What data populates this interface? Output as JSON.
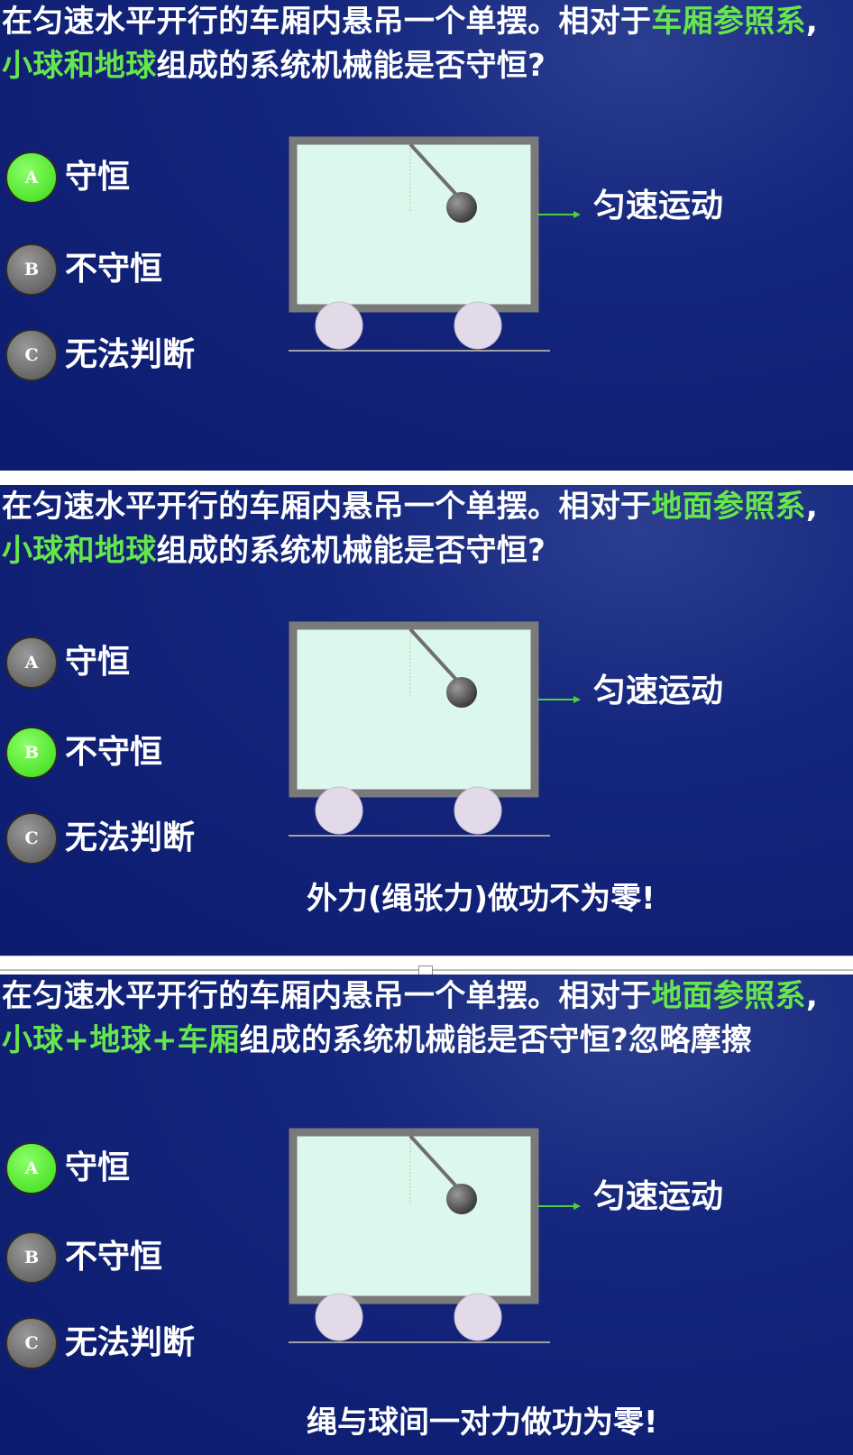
{
  "slides": [
    {
      "question": {
        "pre": "在匀速水平开行的车厢内悬吊一个单摆。相对于",
        "frame": "车厢参照系",
        "comma": ",",
        "system": "小球和地球",
        "post": "组成的系统机械能是否守恒?"
      },
      "options": [
        {
          "letter": "A",
          "label": "守恒",
          "selected": true
        },
        {
          "letter": "B",
          "label": "不守恒",
          "selected": false
        },
        {
          "letter": "C",
          "label": "无法判断",
          "selected": false
        }
      ],
      "motion_label": "匀速运动"
    },
    {
      "question": {
        "pre": "在匀速水平开行的车厢内悬吊一个单摆。相对于",
        "frame": "地面参照系",
        "comma": ",",
        "system": "小球和地球",
        "post": "组成的系统机械能是否守恒?"
      },
      "options": [
        {
          "letter": "A",
          "label": "守恒",
          "selected": false
        },
        {
          "letter": "B",
          "label": "不守恒",
          "selected": true
        },
        {
          "letter": "C",
          "label": "无法判断",
          "selected": false
        }
      ],
      "motion_label": "匀速运动",
      "note": "外力(绳张力)做功不为零!"
    },
    {
      "question": {
        "pre": "在匀速水平开行的车厢内悬吊一个单摆。相对于",
        "frame": "地面参照系",
        "comma": ",",
        "system": "小球+地球+车厢",
        "post": "组成的系统机械能是否守恒?忽略摩擦"
      },
      "options": [
        {
          "letter": "A",
          "label": "守恒",
          "selected": true
        },
        {
          "letter": "B",
          "label": "不守恒",
          "selected": false
        },
        {
          "letter": "C",
          "label": "无法判断",
          "selected": false
        }
      ],
      "motion_label": "匀速运动",
      "note": "绳与球间一对力做功为零!"
    }
  ],
  "colors": {
    "highlight": "#66e64d",
    "selected_badge": "#52e52e",
    "unselected_badge": "#6e6e6e",
    "cart_fill": "#dcf8ec",
    "cart_frame": "#7a7a7a",
    "wheel": "#e2d9e9",
    "arrow": "#4fd03a"
  }
}
